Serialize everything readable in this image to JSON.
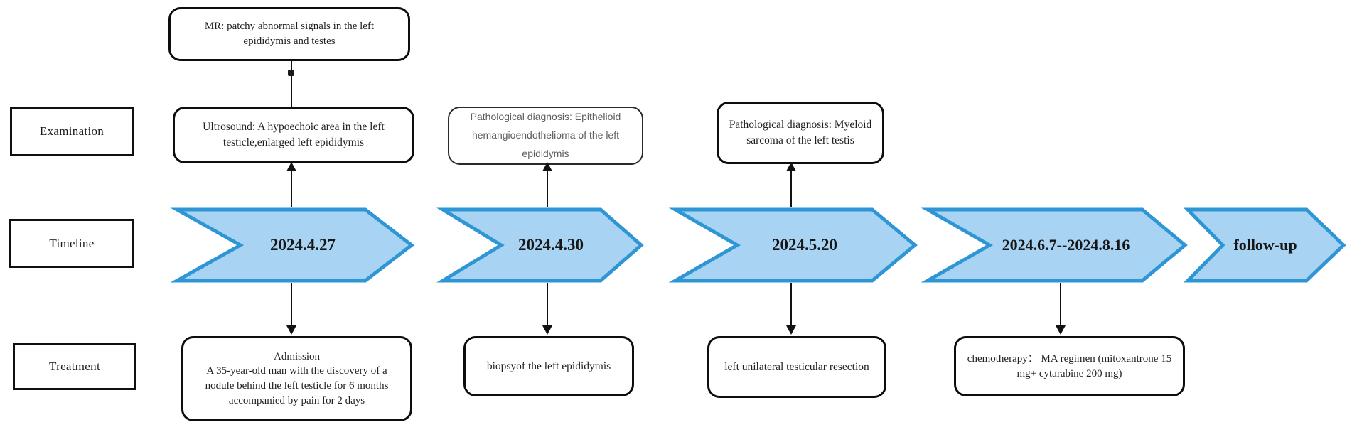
{
  "figure": {
    "background": "#ffffff",
    "arrow_fill": "#a9d3f2",
    "arrow_border": "#2e96d5",
    "text_color": "#1b1b1b"
  },
  "row_labels": {
    "examination": "Examination",
    "timeline": "Timeline",
    "treatment": "Treatment"
  },
  "examinations": {
    "mr": "MR: patchy abnormal signals in the left epididymis and testes",
    "ultrasound": "Ultrosound: A hypoechoic area in the left testicle,enlarged left epididymis",
    "pathology_ehe": "Pathological diagnosis: Epithelioid hemangioendothelioma of the left epididymis",
    "pathology_ms": "Pathological diagnosis: Myeloid sarcoma of the left testis"
  },
  "timeline": {
    "items": [
      {
        "label": "2024.4.27"
      },
      {
        "label": "2024.4.30"
      },
      {
        "label": "2024.5.20"
      },
      {
        "label": "2024.6.7--2024.8.16"
      },
      {
        "label": "follow-up"
      }
    ]
  },
  "treatments": {
    "admission": {
      "title": "Admission",
      "body": "A 35-year-old man with the discovery of a nodule behind the left testicle for 6 months accompanied by pain for 2 days"
    },
    "biopsy": "biopsyof the left epididymis",
    "resection": "left unilateral testicular resection",
    "chemotherapy": "chemotherapy： MA regimen (mitoxantrone 15 mg+ cytarabine 200 mg)"
  }
}
